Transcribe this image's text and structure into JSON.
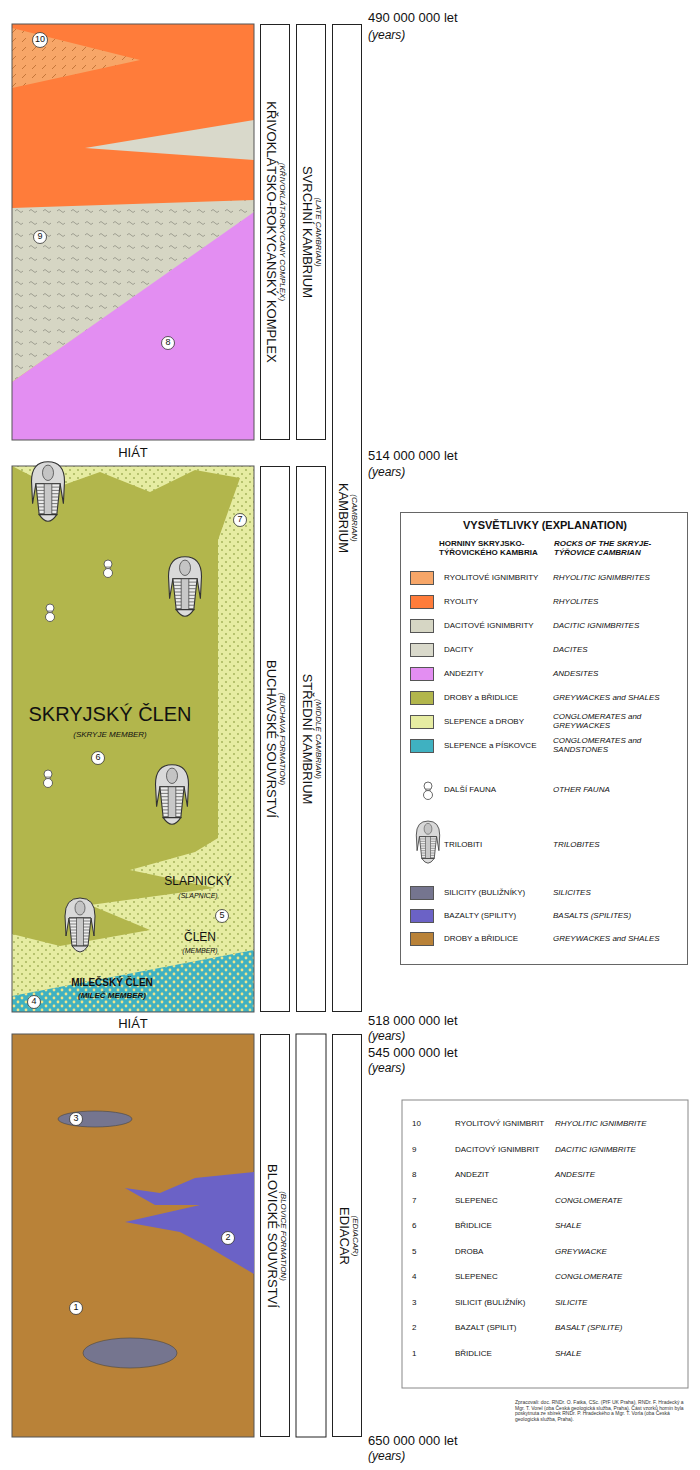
{
  "diagram": {
    "nodes": [
      {
        "text": [
          "KŘIVOKLÁTSKO-ROKYCANSKÝ KOMPLEX",
          "(KŘIVOKLÁT-ROKYCANY COMPLEX)"
        ]
      },
      {
        "text": [
          "BUCHAVSKÉ SOUVRSTVÍ",
          "(BUCHAVA FORMATION)"
        ]
      },
      {
        "text": [
          "BLOVICKÉ SOUVRSTVÍ",
          "(BLOVICE FORMATION)"
        ]
      },
      {
        "text": [
          "SVRCHNÍ KAMBRIUM",
          "(LATE CAMBRIAN)"
        ]
      },
      {
        "text": [
          "STŘEDNÍ KAMBRIUM",
          "(MIDDLE CAMBRIAN)"
        ]
      },
      {
        "text": [
          "KAMBRIUM",
          "(CAMBRIAN)"
        ]
      },
      {
        "text": [
          "EDIACAR",
          "(EDIACAR)"
        ]
      },
      {
        "text": [
          "VYSVĚTLIVKY (EXPLANATION)",
          "HORNINY SKRYJSKO-TÝŘOVICKÉHO KAMBRIA",
          "ROCKS OF THE SKRYJE-TÝŘOVICE CAMBRIAN"
        ]
      }
    ],
    "labels": [
      "490 000 000 let",
      "(years)",
      "514 000 000 let",
      "(years)",
      "518 000 000 let",
      "(years)",
      "545 000 000 let",
      "(years)",
      "650 000 000 let",
      "(years)",
      "HIÁT",
      "HIÁT",
      "10",
      "9",
      "8",
      "SKRYJSKÝ ČLEN",
      "(SKRYJE MEMBER)",
      "6",
      "7",
      "SLAPNICKÝ",
      "(SLAPNICE)",
      "5",
      "ČLEN",
      "(MEMBER)",
      "MILEČSKÝ ČLEN",
      "(MILEČ MEMBER)",
      "4",
      "3",
      "2",
      "1",
      "RHYOLITIC IGNIMBRITES",
      "RHYOLITES",
      "DACITIC IGNIMBRITES",
      "DACITES",
      "ANDESITES",
      "GREYWACKES and SHALES",
      "CONGLOMERATES and GREYWACKES",
      "CONGLOMERATES and SANDSTONES",
      "OTHER FAUNA",
      "TRILOBITES",
      "SILICITES",
      "BASALTS (SPILITES)",
      "GREYWACKES and SHALES",
      "10",
      "RYOLITOVÝ IGNIMBRIT",
      "RHYOLITIC IGNIMBRITE",
      "9",
      "DACITOVÝ IGNIMBRIT",
      "DACITIC IGNIMBRITE",
      "8",
      "ANDEZIT",
      "ANDESITE",
      "7",
      "SLEPENEC",
      "CONGLOMERATE",
      "6",
      "BŘIDLICE",
      "SHALE",
      "5",
      "DROBA",
      "GREYWACKE",
      "4",
      "SLEPENEC",
      "CONGLOMERATE",
      "3",
      "SILICIT (BULIŽNÍK)",
      "SILICITE",
      "2",
      "BAZALT (SPILIT)",
      "BASALT (SPILITE)",
      "1",
      "BŘIDLICE",
      "SHALE",
      "Zpracovali: doc. RNDr. O. Fatka, CSc. (PřF UK Praha), RNDr. F. Hradecký a Mgr. T. Vorel (oba Česká geologická služba, Praha). Část vzorků hornin byla poskytnuta ze sbírek RNDr. P. Hradeckého a Mgr. T. Vorla (oba Česká geologická služba, Praha)."
    ],
    "legend": [
      {
        "text": "RYOLITOVÉ IGNIMBRITY",
        "color": "#f7a668"
      },
      {
        "text": "RYOLITY",
        "color": "#ff7c3a"
      },
      {
        "text": "DACITOVÉ IGNIMBRITY",
        "color": "#d6d6c4"
      },
      {
        "text": "DACITY",
        "color": "#d9d9cb"
      },
      {
        "text": "ANDEZITY",
        "color": "#e38ef2"
      },
      {
        "text": "DROBY a BŘIDLICE",
        "color": "#b2b64c"
      },
      {
        "text": "SLEPENCE a DROBY",
        "color": "#e6eca2"
      },
      {
        "text": "SLEPENCE a PÍSKOVCE",
        "color": "#3fb1c1"
      },
      {
        "text": "DALŠÍ FAUNA"
      },
      {
        "text": "TRILOBITI"
      },
      {
        "text": "SILICITY (BULIŽNÍKY)",
        "color": "#75758f"
      },
      {
        "text": "BAZALTY (SPILITY)",
        "color": "#6b62c6"
      },
      {
        "text": "DROBY a BŘIDLICE",
        "color": "#b98238"
      }
    ]
  }
}
